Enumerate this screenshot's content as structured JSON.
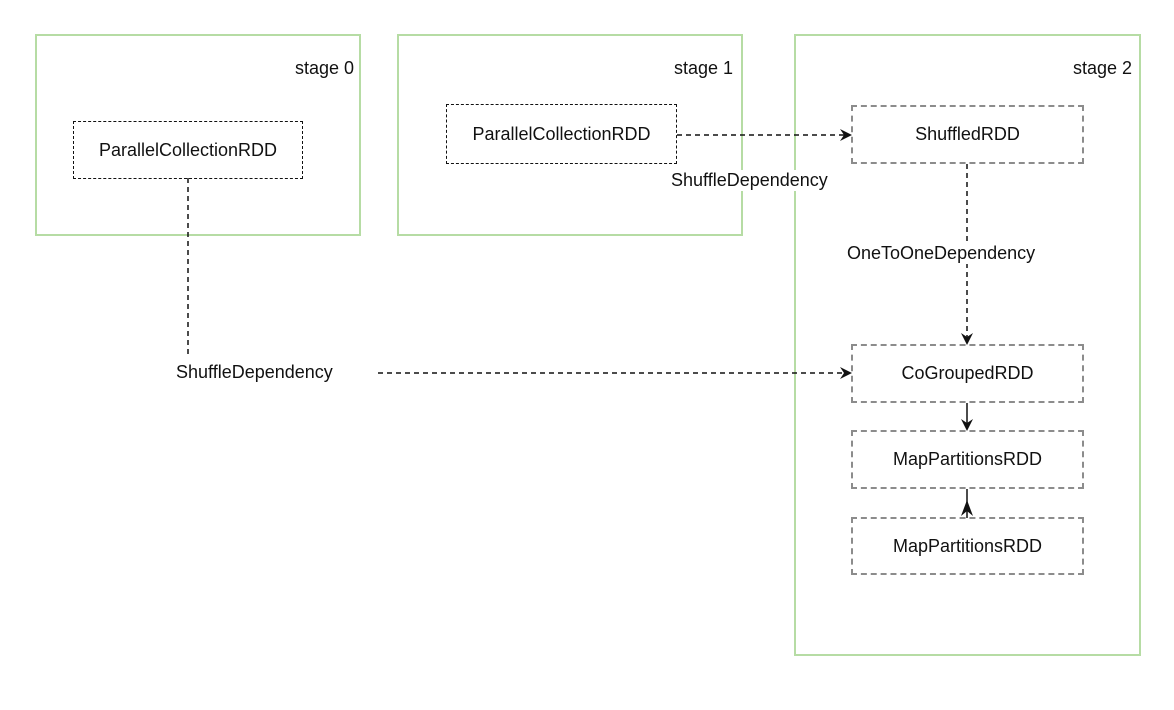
{
  "stages": [
    {
      "label": "stage 0"
    },
    {
      "label": "stage 1"
    },
    {
      "label": "stage 2"
    }
  ],
  "nodes": {
    "stage0_parallel": "ParallelCollectionRDD",
    "stage1_parallel": "ParallelCollectionRDD",
    "shuffled": "ShuffledRDD",
    "cogrouped": "CoGroupedRDD",
    "mappartitions_1": "MapPartitionsRDD",
    "mappartitions_2": "MapPartitionsRDD"
  },
  "edges": {
    "stage1_to_shuffled": "ShuffleDependency",
    "shuffled_to_cogrouped": "OneToOneDependency",
    "stage0_to_cogrouped": "ShuffleDependency"
  },
  "colors": {
    "stage_border": "#b6dca4",
    "node_border_dark": "#111111",
    "node_border_gray": "#8c8c8c",
    "line": "#111111"
  }
}
